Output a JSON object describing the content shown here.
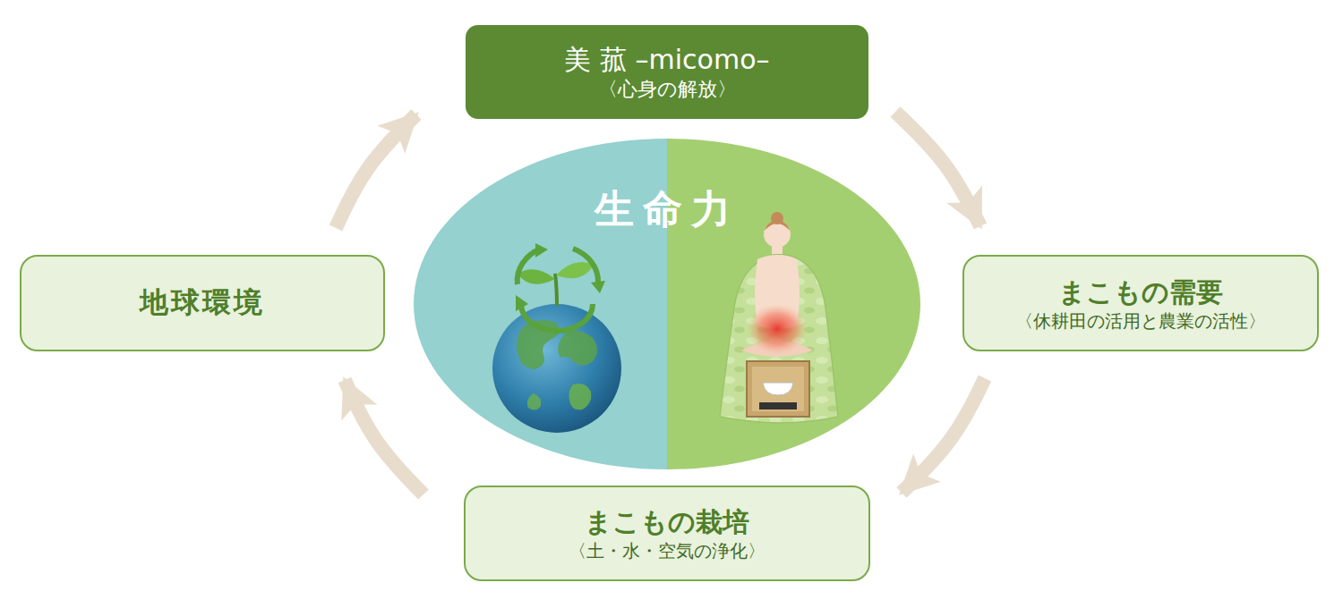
{
  "diagram": {
    "nodes": [
      {
        "text": [
          "美 菰 –micomo–",
          "〈心身の解放〉"
        ]
      },
      {
        "text": [
          "生命力"
        ]
      },
      {
        "text": [
          "まこもの需要",
          "〈休耕田の活用と農業の活性〉"
        ]
      },
      {
        "text": [
          "まこもの栽培",
          "〈土・水・空気の浄化〉"
        ]
      },
      {
        "text": [
          "地球環境"
        ]
      }
    ],
    "edges": [
      {
        "from": 0,
        "to": 2,
        "arrow": "to"
      },
      {
        "from": 2,
        "to": 3,
        "arrow": "to"
      },
      {
        "from": 3,
        "to": 4,
        "arrow": "to"
      },
      {
        "from": 4,
        "to": 0,
        "arrow": "to"
      }
    ]
  }
}
